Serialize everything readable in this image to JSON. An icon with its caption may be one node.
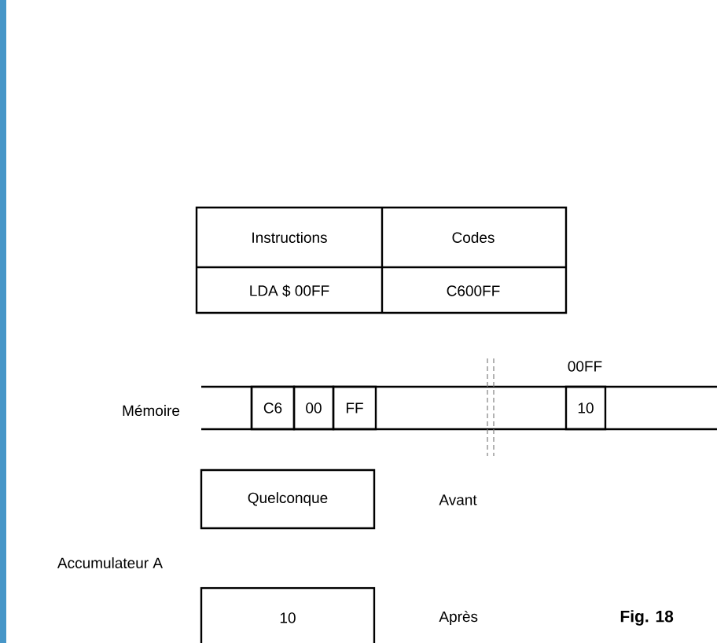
{
  "diagram": {
    "caption": "Fig. 18",
    "nodes": [
      {
        "text": [
          "C6"
        ]
      },
      {
        "text": [
          "00"
        ]
      },
      {
        "text": [
          "FF"
        ]
      },
      {
        "text": [
          "10"
        ]
      },
      {
        "text": [
          "Quelconque"
        ]
      },
      {
        "text": [
          "10"
        ]
      }
    ],
    "labels": [
      "Instructions",
      "Codes",
      "LDA $ 00FF",
      "C600FF",
      "00FF",
      "Mémoire",
      "Avant",
      "Accumulateur A",
      "Après"
    ]
  }
}
